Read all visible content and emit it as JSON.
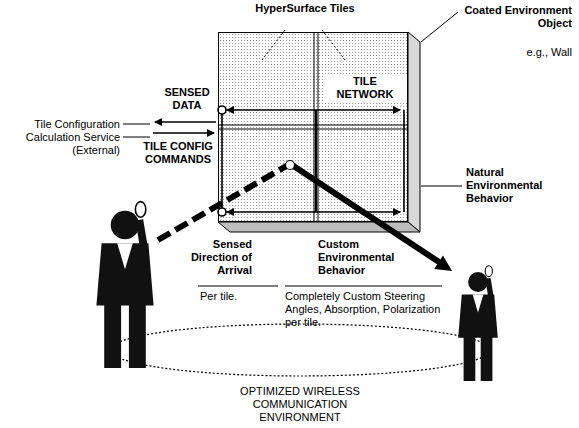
{
  "diagram": {
    "nodes": [
      {
        "text": [
          "TILE NETWORK"
        ]
      }
    ],
    "labels": [
      "HyperSurface Tiles",
      "Coated Environment Object",
      "e.g., Wall",
      "SENSED DATA",
      "Tile Configuration Calculation Service (External)",
      "TILE CONFIG COMMANDS",
      "Natural Environmental Behavior",
      "Sensed Direction of Arrival",
      "Per tile.",
      "Custom Environmental Behavior",
      "Completely Custom Steering Angles, Absorption, Polarization per tile.",
      "OPTIMIZED WIRELESS COMMUNICATION ENVIRONMENT"
    ]
  }
}
